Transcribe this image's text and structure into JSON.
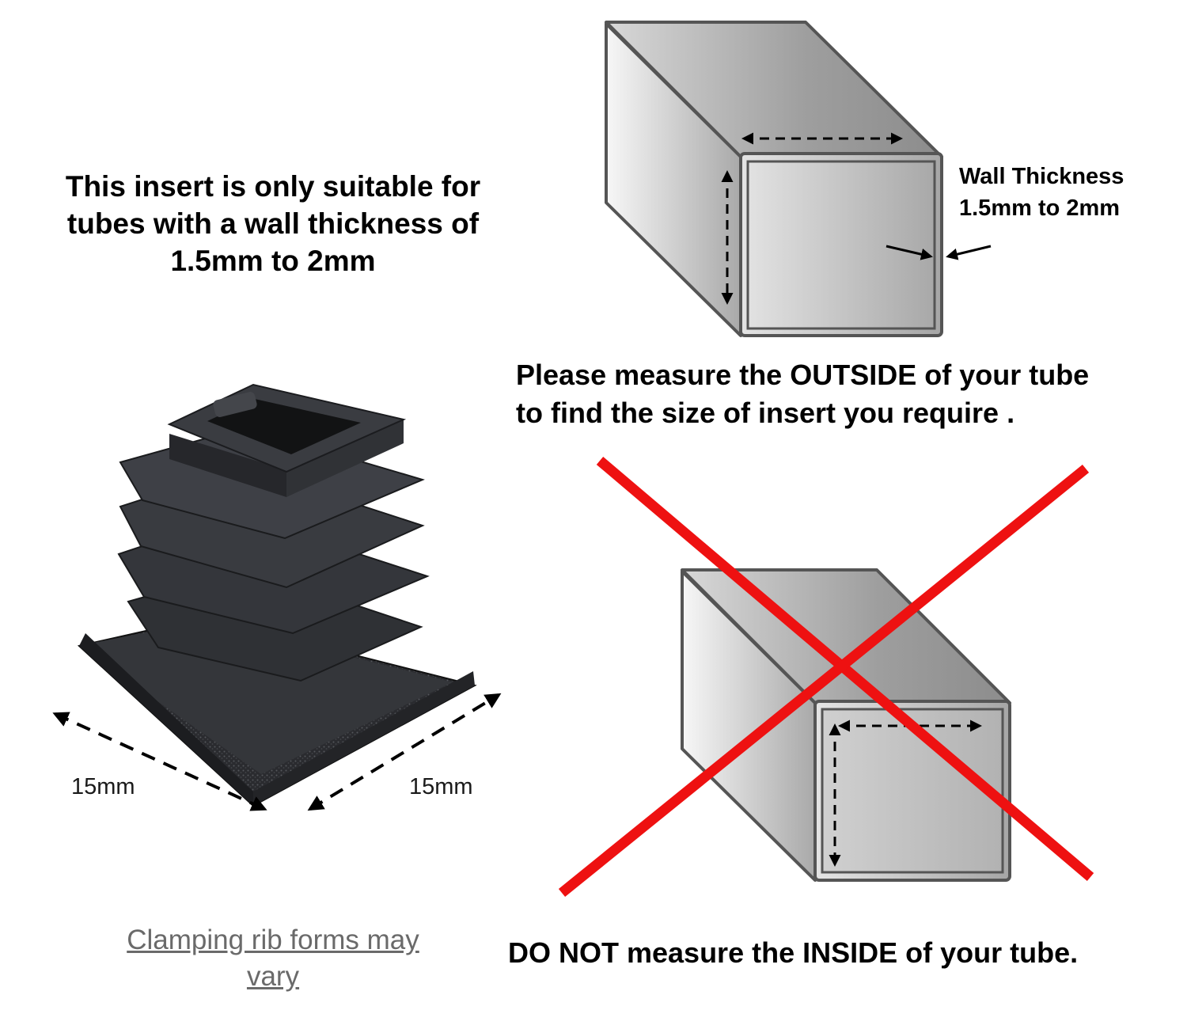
{
  "suitability": {
    "lines": [
      "This insert is only suitable for",
      "tubes with a wall thickness of",
      "1.5mm to 2mm"
    ]
  },
  "outside_tube": {
    "wall_label": [
      "Wall Thickness",
      "1.5mm to 2mm"
    ]
  },
  "measure_outside": {
    "lines": [
      "Please measure the OUTSIDE of your tube",
      "to find the size of insert you require ."
    ]
  },
  "insert": {
    "dim_left": "15mm",
    "dim_right": "15mm",
    "note_lines": [
      "Clamping rib forms may",
      "vary"
    ]
  },
  "inside_tube": {
    "instruction": "DO NOT measure the INSIDE of your tube."
  },
  "colors": {
    "cross": "#ee1111",
    "outline": "#555555",
    "insert": "#2d2f33"
  }
}
